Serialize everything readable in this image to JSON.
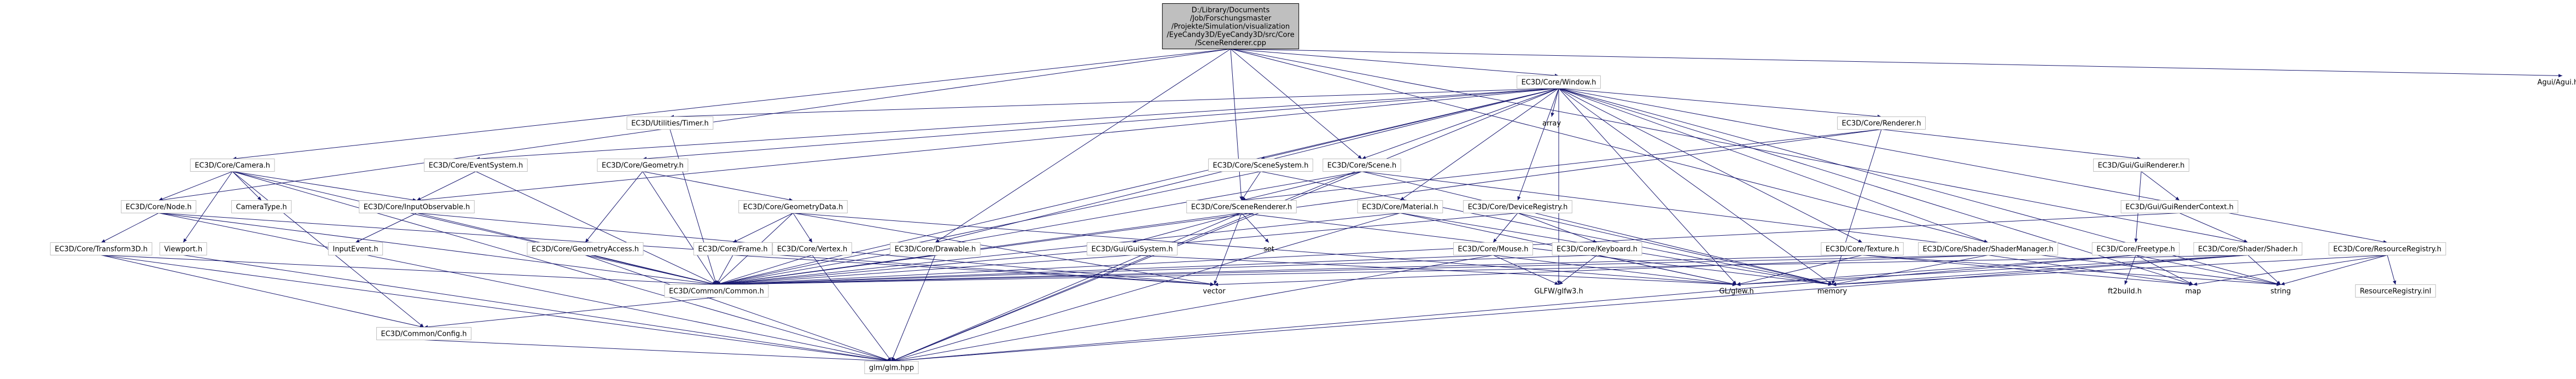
{
  "graph": {
    "root": "root",
    "nodes": [
      {
        "id": "root",
        "lines": [
          "D:/Library/Documents",
          "/Job/Forschungsmaster",
          "/Projekte/Simulation/visualization",
          "/EyeCandy3D/EyeCandy3D/src/Core",
          "/SceneRenderer.cpp"
        ],
        "style": "root"
      },
      {
        "id": "window",
        "lines": [
          "EC3D/Core/Window.h"
        ]
      },
      {
        "id": "agui",
        "lines": [
          "Agui/Agui.hpp"
        ],
        "style": "plain"
      },
      {
        "id": "camera",
        "lines": [
          "EC3D/Core/Camera.h"
        ]
      },
      {
        "id": "node",
        "lines": [
          "EC3D/Core/Node.h"
        ]
      },
      {
        "id": "transform",
        "lines": [
          "EC3D/Core/Transform3D.h"
        ]
      },
      {
        "id": "viewport",
        "lines": [
          "Viewport.h"
        ]
      },
      {
        "id": "cameratype",
        "lines": [
          "CameraType.h"
        ]
      },
      {
        "id": "inputobs",
        "lines": [
          "EC3D/Core/InputObservable.h"
        ]
      },
      {
        "id": "inputevent",
        "lines": [
          "InputEvent.h"
        ]
      },
      {
        "id": "eventsystem",
        "lines": [
          "EC3D/Core/EventSystem.h"
        ]
      },
      {
        "id": "timer",
        "lines": [
          "EC3D/Utilities/Timer.h"
        ]
      },
      {
        "id": "geometry",
        "lines": [
          "EC3D/Core/Geometry.h"
        ]
      },
      {
        "id": "geomaccess",
        "lines": [
          "EC3D/Core/GeometryAccess.h"
        ]
      },
      {
        "id": "geomdata",
        "lines": [
          "EC3D/Core/GeometryData.h"
        ]
      },
      {
        "id": "frame",
        "lines": [
          "EC3D/Core/Frame.h"
        ]
      },
      {
        "id": "vertex",
        "lines": [
          "EC3D/Core/Vertex.h"
        ]
      },
      {
        "id": "drawable",
        "lines": [
          "EC3D/Core/Drawable.h"
        ]
      },
      {
        "id": "scenesystem",
        "lines": [
          "EC3D/Core/SceneSystem.h"
        ]
      },
      {
        "id": "scene",
        "lines": [
          "EC3D/Core/Scene.h"
        ]
      },
      {
        "id": "scenerenderer",
        "lines": [
          "EC3D/Core/SceneRenderer.h"
        ]
      },
      {
        "id": "set",
        "lines": [
          "set"
        ],
        "style": "plain"
      },
      {
        "id": "array",
        "lines": [
          "array"
        ],
        "style": "plain"
      },
      {
        "id": "material",
        "lines": [
          "EC3D/Core/Material.h"
        ]
      },
      {
        "id": "devreg",
        "lines": [
          "EC3D/Core/DeviceRegistry.h"
        ]
      },
      {
        "id": "mouse",
        "lines": [
          "EC3D/Core/Mouse.h"
        ]
      },
      {
        "id": "keyboard",
        "lines": [
          "EC3D/Core/Keyboard.h"
        ]
      },
      {
        "id": "guisystem",
        "lines": [
          "EC3D/Gui/GuiSystem.h"
        ]
      },
      {
        "id": "renderer",
        "lines": [
          "EC3D/Core/Renderer.h"
        ]
      },
      {
        "id": "guirenderer",
        "lines": [
          "EC3D/Gui/GuiRenderer.h"
        ]
      },
      {
        "id": "guirendercontext",
        "lines": [
          "EC3D/Gui/GuiRenderContext.h"
        ]
      },
      {
        "id": "freetype",
        "lines": [
          "EC3D/Core/Freetype.h"
        ]
      },
      {
        "id": "ft2build",
        "lines": [
          "ft2build.h"
        ],
        "style": "plain"
      },
      {
        "id": "texture",
        "lines": [
          "EC3D/Core/Texture.h"
        ]
      },
      {
        "id": "shadermgr",
        "lines": [
          "EC3D/Core/Shader/ShaderManager.h"
        ]
      },
      {
        "id": "shader",
        "lines": [
          "EC3D/Core/Shader/Shader.h"
        ]
      },
      {
        "id": "resreg",
        "lines": [
          "EC3D/Core/ResourceRegistry.h"
        ]
      },
      {
        "id": "resreginl",
        "lines": [
          "ResourceRegistry.inl"
        ]
      },
      {
        "id": "common",
        "lines": [
          "EC3D/Common/Common.h"
        ]
      },
      {
        "id": "config",
        "lines": [
          "EC3D/Common/Config.h"
        ]
      },
      {
        "id": "glm",
        "lines": [
          "glm/glm.hpp"
        ]
      },
      {
        "id": "vector",
        "lines": [
          "vector"
        ],
        "style": "plain"
      },
      {
        "id": "glfw",
        "lines": [
          "GLFW/glfw3.h"
        ],
        "style": "plain"
      },
      {
        "id": "glew",
        "lines": [
          "GL/glew.h"
        ],
        "style": "plain"
      },
      {
        "id": "memory",
        "lines": [
          "memory"
        ],
        "style": "plain"
      },
      {
        "id": "map",
        "lines": [
          "map"
        ],
        "style": "plain"
      },
      {
        "id": "string",
        "lines": [
          "string"
        ],
        "style": "plain"
      }
    ],
    "edges": [
      [
        "root",
        "window"
      ],
      [
        "root",
        "camera"
      ],
      [
        "root",
        "node"
      ],
      [
        "root",
        "scenerenderer"
      ],
      [
        "root",
        "scene"
      ],
      [
        "root",
        "agui"
      ],
      [
        "root",
        "shadermgr"
      ],
      [
        "root",
        "shader"
      ],
      [
        "root",
        "drawable"
      ],
      [
        "window",
        "timer"
      ],
      [
        "window",
        "eventsystem"
      ],
      [
        "window",
        "inputobs"
      ],
      [
        "window",
        "array"
      ],
      [
        "window",
        "renderer"
      ],
      [
        "window",
        "scenesystem"
      ],
      [
        "window",
        "scene"
      ],
      [
        "window",
        "geometry"
      ],
      [
        "window",
        "drawable"
      ],
      [
        "window",
        "material"
      ],
      [
        "window",
        "devreg"
      ],
      [
        "window",
        "texture"
      ],
      [
        "window",
        "shadermgr"
      ],
      [
        "window",
        "resreg"
      ],
      [
        "window",
        "glfw"
      ],
      [
        "window",
        "glew"
      ],
      [
        "window",
        "memory"
      ],
      [
        "window",
        "map"
      ],
      [
        "window",
        "string"
      ],
      [
        "window",
        "glm"
      ],
      [
        "window",
        "common"
      ],
      [
        "camera",
        "node"
      ],
      [
        "camera",
        "viewport"
      ],
      [
        "camera",
        "cameratype"
      ],
      [
        "camera",
        "common"
      ],
      [
        "camera",
        "config"
      ],
      [
        "camera",
        "glm"
      ],
      [
        "camera",
        "inputobs"
      ],
      [
        "node",
        "transform"
      ],
      [
        "node",
        "common"
      ],
      [
        "node",
        "vector"
      ],
      [
        "node",
        "glm"
      ],
      [
        "transform",
        "common"
      ],
      [
        "transform",
        "glm"
      ],
      [
        "transform",
        "config"
      ],
      [
        "viewport",
        "glm"
      ],
      [
        "inputobs",
        "inputevent"
      ],
      [
        "inputobs",
        "common"
      ],
      [
        "inputobs",
        "vector"
      ],
      [
        "eventsystem",
        "inputobs"
      ],
      [
        "eventsystem",
        "common"
      ],
      [
        "timer",
        "common"
      ],
      [
        "geometry",
        "geomaccess"
      ],
      [
        "geometry",
        "geomdata"
      ],
      [
        "geometry",
        "common"
      ],
      [
        "geomaccess",
        "common"
      ],
      [
        "geomaccess",
        "glm"
      ],
      [
        "geomdata",
        "frame"
      ],
      [
        "geomdata",
        "vertex"
      ],
      [
        "geomdata",
        "common"
      ],
      [
        "geomdata",
        "vector"
      ],
      [
        "geomdata",
        "glew"
      ],
      [
        "frame",
        "common"
      ],
      [
        "frame",
        "vector"
      ],
      [
        "vertex",
        "common"
      ],
      [
        "vertex",
        "glm"
      ],
      [
        "drawable",
        "common"
      ],
      [
        "drawable",
        "glm"
      ],
      [
        "scenesystem",
        "scenerenderer"
      ],
      [
        "scenesystem",
        "common"
      ],
      [
        "scenesystem",
        "memory"
      ],
      [
        "scene",
        "scenerenderer"
      ],
      [
        "scene",
        "common"
      ],
      [
        "scene",
        "glm"
      ],
      [
        "scene",
        "memory"
      ],
      [
        "scene",
        "string"
      ],
      [
        "scenerenderer",
        "set"
      ],
      [
        "scenerenderer",
        "guisystem"
      ],
      [
        "scenerenderer",
        "common"
      ],
      [
        "scenerenderer",
        "glm"
      ],
      [
        "scenerenderer",
        "vector"
      ],
      [
        "scenerenderer",
        "memory"
      ],
      [
        "material",
        "common"
      ],
      [
        "material",
        "glm"
      ],
      [
        "material",
        "glew"
      ],
      [
        "material",
        "memory"
      ],
      [
        "devreg",
        "mouse"
      ],
      [
        "devreg",
        "keyboard"
      ],
      [
        "devreg",
        "common"
      ],
      [
        "devreg",
        "memory"
      ],
      [
        "mouse",
        "common"
      ],
      [
        "mouse",
        "glfw"
      ],
      [
        "mouse",
        "glew"
      ],
      [
        "mouse",
        "glm"
      ],
      [
        "keyboard",
        "common"
      ],
      [
        "keyboard",
        "glfw"
      ],
      [
        "keyboard",
        "glew"
      ],
      [
        "guisystem",
        "common"
      ],
      [
        "guisystem",
        "glew"
      ],
      [
        "renderer",
        "scenerenderer"
      ],
      [
        "renderer",
        "guirenderer"
      ],
      [
        "renderer",
        "common"
      ],
      [
        "renderer",
        "memory"
      ],
      [
        "guirenderer",
        "guirendercontext"
      ],
      [
        "guirenderer",
        "freetype"
      ],
      [
        "guirendercontext",
        "shader"
      ],
      [
        "guirendercontext",
        "common"
      ],
      [
        "freetype",
        "ft2build"
      ],
      [
        "freetype",
        "map"
      ],
      [
        "freetype",
        "string"
      ],
      [
        "freetype",
        "glew"
      ],
      [
        "freetype",
        "glm"
      ],
      [
        "texture",
        "common"
      ],
      [
        "texture",
        "glew"
      ],
      [
        "texture",
        "map"
      ],
      [
        "texture",
        "string"
      ],
      [
        "shadermgr",
        "common"
      ],
      [
        "shadermgr",
        "memory"
      ],
      [
        "shadermgr",
        "map"
      ],
      [
        "shadermgr",
        "vector"
      ],
      [
        "shader",
        "common"
      ],
      [
        "shader",
        "glew"
      ],
      [
        "shader",
        "glm"
      ],
      [
        "shader",
        "string"
      ],
      [
        "shader",
        "memory"
      ],
      [
        "resreg",
        "resreginl"
      ],
      [
        "resreg",
        "memory"
      ],
      [
        "resreg",
        "map"
      ],
      [
        "resreg",
        "string"
      ],
      [
        "common",
        "config"
      ],
      [
        "config",
        "glm"
      ]
    ]
  }
}
